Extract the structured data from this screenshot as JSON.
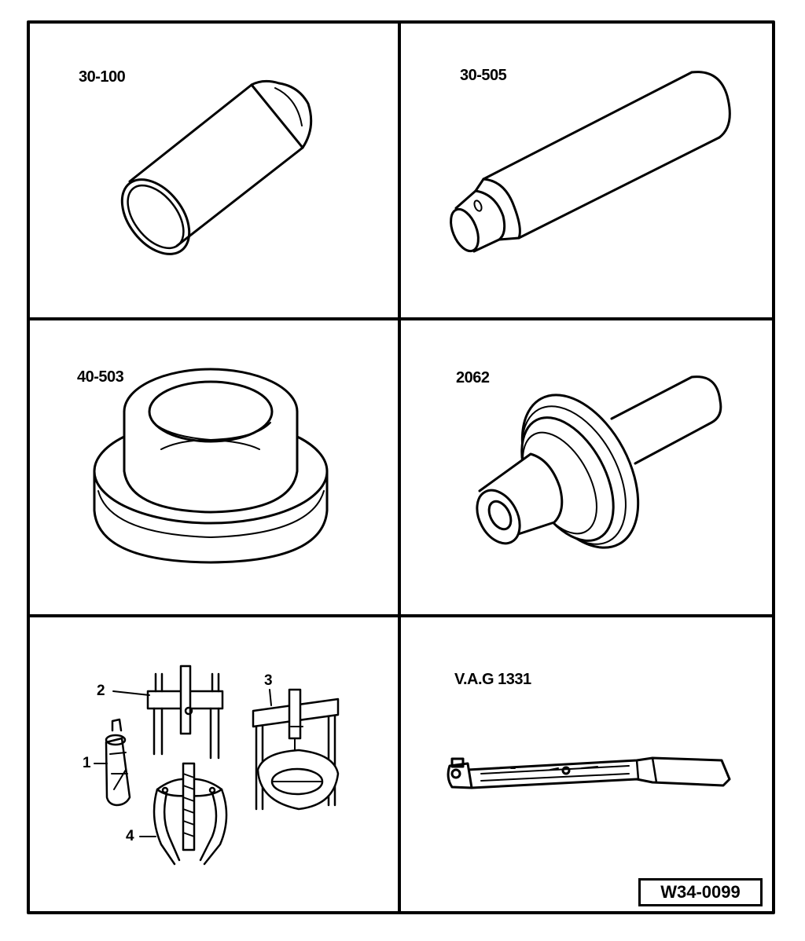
{
  "panels": [
    {
      "id": "p1",
      "label": "30-100"
    },
    {
      "id": "p2",
      "label": "30-505"
    },
    {
      "id": "p3",
      "label": "40-503"
    },
    {
      "id": "p4",
      "label": "2062"
    },
    {
      "id": "p5",
      "callouts": [
        "1",
        "2",
        "3",
        "4"
      ]
    },
    {
      "id": "p6",
      "label": "V.A.G 1331"
    }
  ],
  "figure_id": "W34-0099",
  "colors": {
    "ink": "#000000",
    "paper": "#ffffff"
  }
}
